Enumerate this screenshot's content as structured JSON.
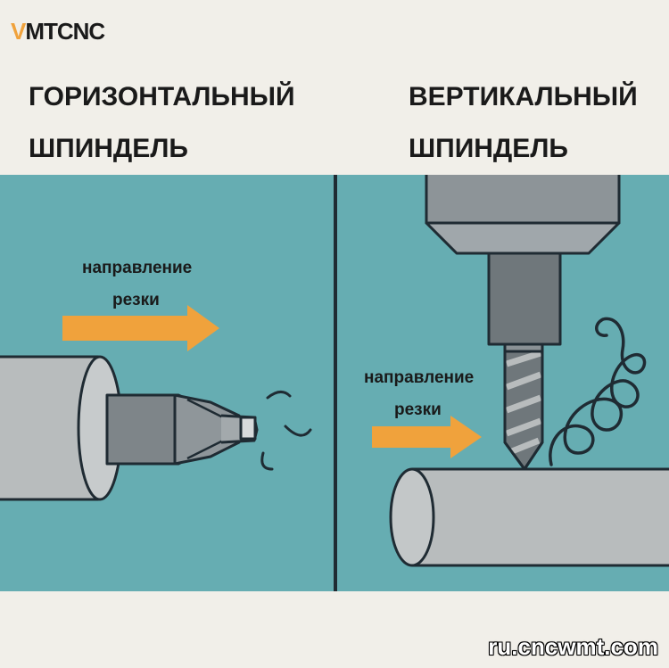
{
  "brand": {
    "logo_text": "VMTCNC"
  },
  "left": {
    "title_line1": "ГОРИЗОНТАЛЬНЫЙ",
    "title_line2": "ШПИНДЕЛЬ",
    "direction_line1": "направление",
    "direction_line2": "резки"
  },
  "right": {
    "title_line1": "ВЕРТИКАЛЬНЫЙ",
    "title_line2": "ШПИНДЕЛЬ",
    "direction_line1": "направление",
    "direction_line2": "резки"
  },
  "footer": {
    "url": "ru.cncwmt.com"
  },
  "colors": {
    "background": "#f1efe9",
    "panel": "#66adb2",
    "arrow": "#f0a23c",
    "metal": "#b8bcbd",
    "outline": "#1f2b33"
  },
  "icons": [
    "direction-arrow",
    "horizontal-spindle",
    "drill-bit",
    "workpiece-rod",
    "chip-curl"
  ]
}
